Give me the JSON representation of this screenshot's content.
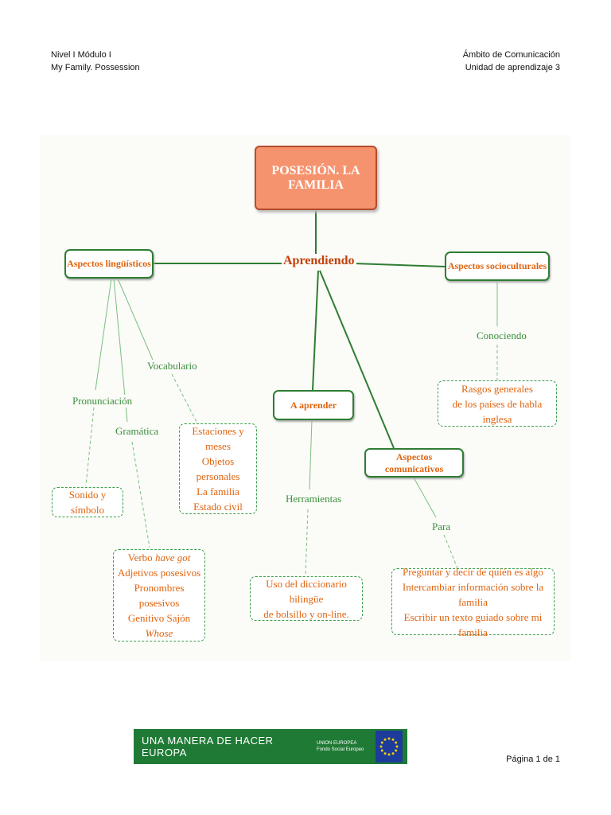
{
  "header": {
    "left_line1": "Nivel I Módulo I",
    "left_line2": "My Family. Possession",
    "right_line1": "Ámbito de Comunicación",
    "right_line2": "Unidad de aprendizaje 3"
  },
  "map": {
    "title": "POSESIÓN. LA FAMILIA",
    "center": "Aprendiendo",
    "nodes": {
      "linguisticos": "Aspectos lingüísticos",
      "socioculturales": "Aspectos socioculturales",
      "a_aprender": "A aprender",
      "comunicativos": "Aspectos comunicativos"
    },
    "links": {
      "vocabulario": "Vocabulario",
      "pronunciacion": "Pronunciación",
      "gramatica": "Gramática",
      "herramientas": "Herramientas",
      "conociendo": "Conociendo",
      "para": "Para"
    },
    "leaves": {
      "vocabulario_items": [
        "Estaciones y meses",
        "Objetos personales",
        "La familia",
        "Estado civil"
      ],
      "pronunciacion_item": "Sonido y símbolo",
      "gramatica_items": [
        "Verbo have got",
        "Adjetivos posesivos",
        "Pronombres posesivos",
        "Genitivo Sajón",
        "Whose"
      ],
      "herramientas_items": [
        "Uso del diccionario bilingüe",
        "de bolsillo y on-line."
      ],
      "socio_items": [
        "Rasgos generales",
        "de los países de habla inglesa"
      ],
      "comunicativos_items": [
        "Preguntar y decir de quién es algo",
        "Intercambiar información sobre la familia",
        "Escribir un texto guiado sobre mi familia"
      ]
    }
  },
  "banner": {
    "slogan": "UNA MANERA DE HACER EUROPA",
    "eu_line1": "UNION EUROPEA",
    "eu_line2": "Fondo Social Europeo"
  },
  "footer": {
    "page": "Página 1 de 1"
  },
  "colors": {
    "green": "#2e7d32",
    "orange": "#e0640f",
    "title_bg": "#f6936f"
  }
}
